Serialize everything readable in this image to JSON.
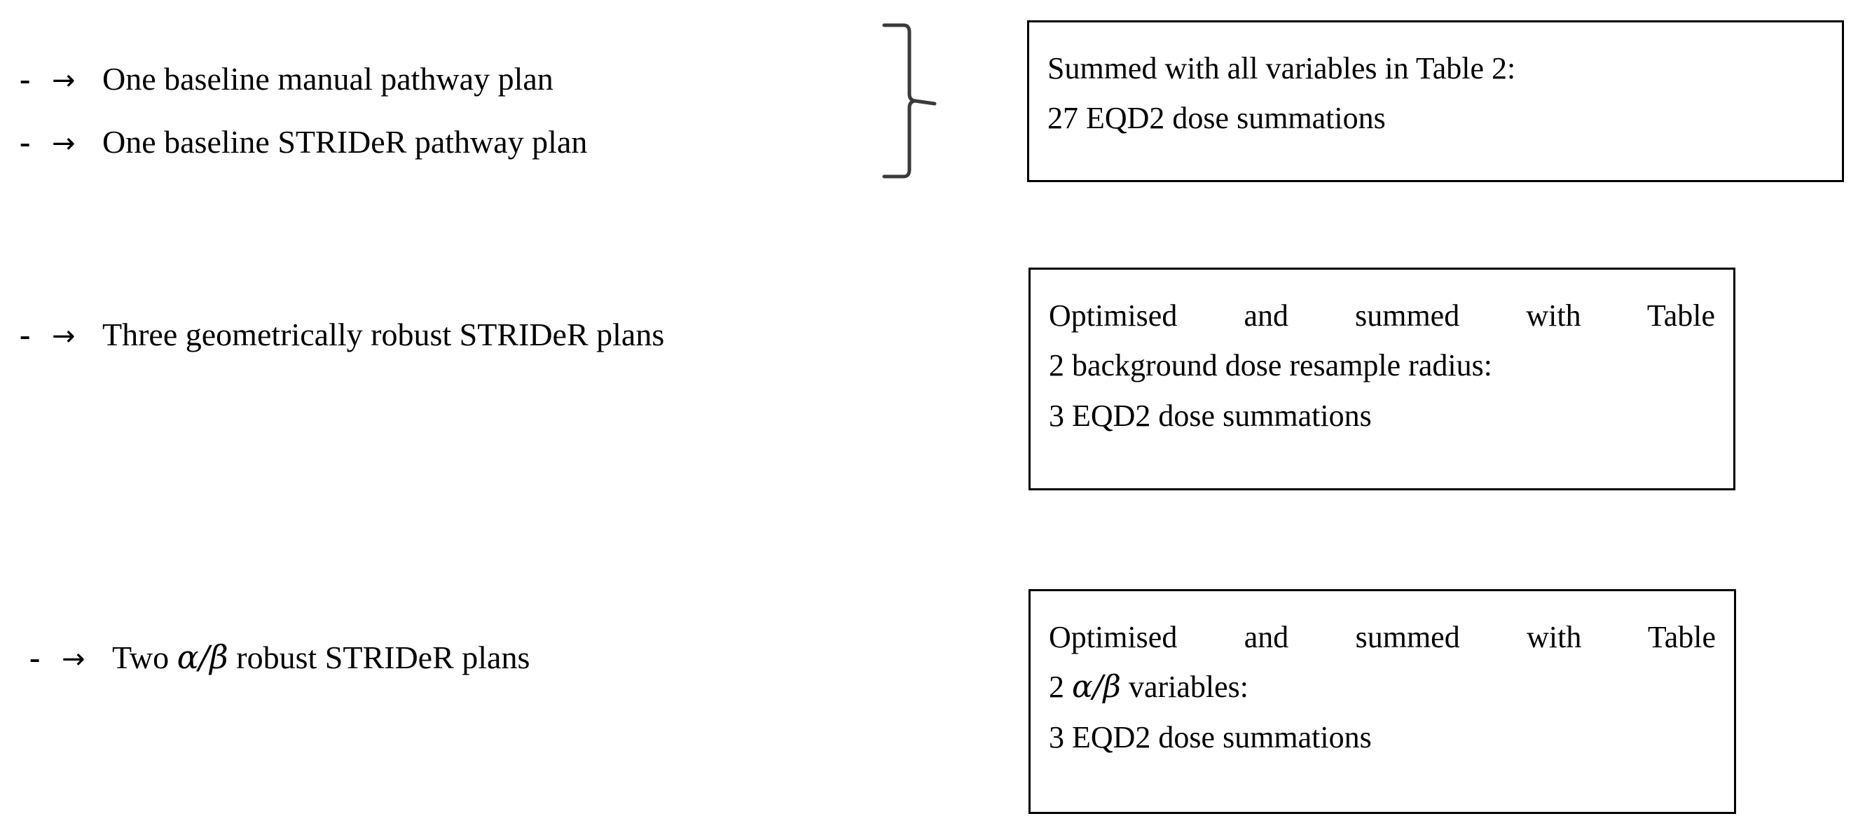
{
  "document": {
    "type": "workflow-diagram",
    "background_color": "#ffffff",
    "text_color": "#000000",
    "border_color": "#000000"
  },
  "bullets": [
    {
      "id": "baseline-manual",
      "dash": "-",
      "arrow": "→",
      "text": "One baseline manual pathway plan"
    },
    {
      "id": "baseline-strider",
      "dash": "-",
      "arrow": "→",
      "text": "One baseline STRIDeR pathway plan"
    },
    {
      "id": "geometrically-robust",
      "dash": "-",
      "arrow": "→",
      "text": "Three geometrically robust STRIDeR plans"
    },
    {
      "id": "alpha-beta-robust",
      "dash": "-",
      "arrow": "→",
      "text_before": "Two ",
      "greek": "α/β",
      "text_after": " robust STRIDeR plans"
    }
  ],
  "brace": {
    "name": "grouping-brace",
    "orientation": "right-facing",
    "groups": [
      "baseline-manual",
      "baseline-strider"
    ]
  },
  "boxes": [
    {
      "id": "box-summed-all-variables",
      "line1": "Summed with all variables in Table 2:",
      "line2": "27 EQD2 dose summations"
    },
    {
      "id": "box-background-dose-resample",
      "line1": "Optimised and summed with Table",
      "line2": "2 background dose resample radius:",
      "line3": "3 EQD2 dose summations"
    },
    {
      "id": "box-alpha-beta-variables",
      "line1": "Optimised and summed with Table",
      "line2_prefix": "2 ",
      "line2_greek": "α/β",
      "line2_suffix": "  variables:",
      "line3": "3 EQD2 dose summations"
    }
  ]
}
